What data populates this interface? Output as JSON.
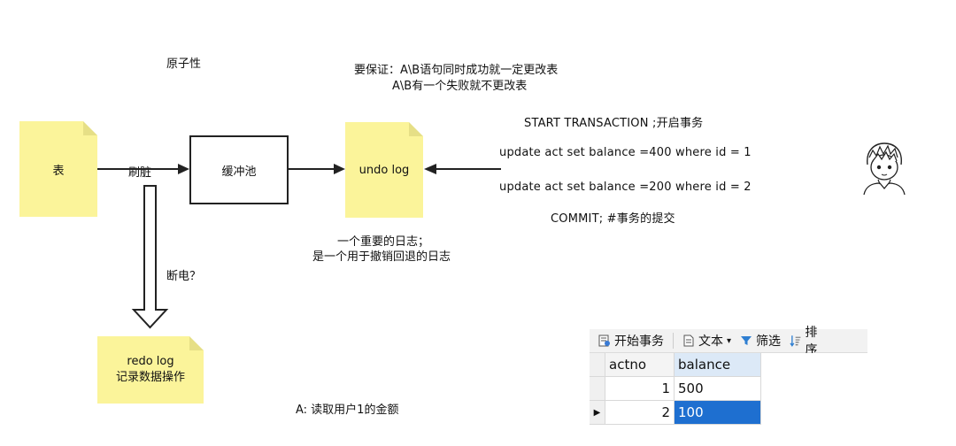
{
  "diagram": {
    "atomicity_title": "原子性",
    "guarantee_line1": "要保证：A\\B语句同时成功就一定更改表",
    "guarantee_line2": "A\\B有一个失败就不更改表",
    "table_note": "表",
    "flush_label": "刷脏",
    "buffer_pool": "缓冲池",
    "undo_log": "undo log",
    "undo_desc_line1": "一个重要的日志；",
    "undo_desc_line2": "是一个用于撤销回退的日志",
    "power_off": "断电？",
    "redo_log_line1": "redo log",
    "redo_log_line2": "记录数据操作",
    "read_note": "A: 读取用户1的金额"
  },
  "sql": {
    "start": "START TRANSACTION ;开启事务",
    "update1": "update act set balance =400 where id = 1",
    "update2": "update act set balance =200 where id = 2",
    "commit": "COMMIT;  #事务的提交"
  },
  "table_widget": {
    "toolbar": {
      "begin_tx": "开始事务",
      "text": "文本",
      "filter": "筛选",
      "sort": "排序"
    },
    "columns": [
      "actno",
      "balance"
    ],
    "rows": [
      {
        "actno": "1",
        "balance": "500"
      },
      {
        "actno": "2",
        "balance": "100"
      }
    ]
  }
}
